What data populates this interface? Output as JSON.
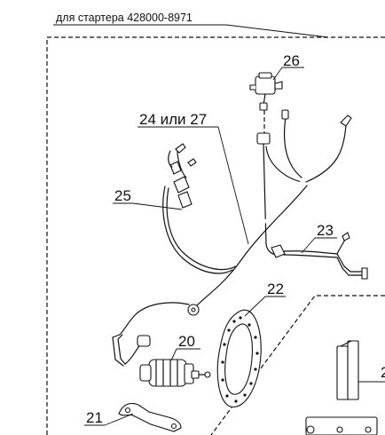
{
  "header": {
    "caption": "для стартера 428000-8971"
  },
  "callouts": {
    "c26": "26",
    "c24": "24 или 27",
    "c25": "25",
    "c23": "23",
    "c22": "22",
    "c20": "20",
    "c21": "21",
    "c2x": "2"
  },
  "colors": {
    "line": "#111111",
    "background": "#ffffff"
  }
}
